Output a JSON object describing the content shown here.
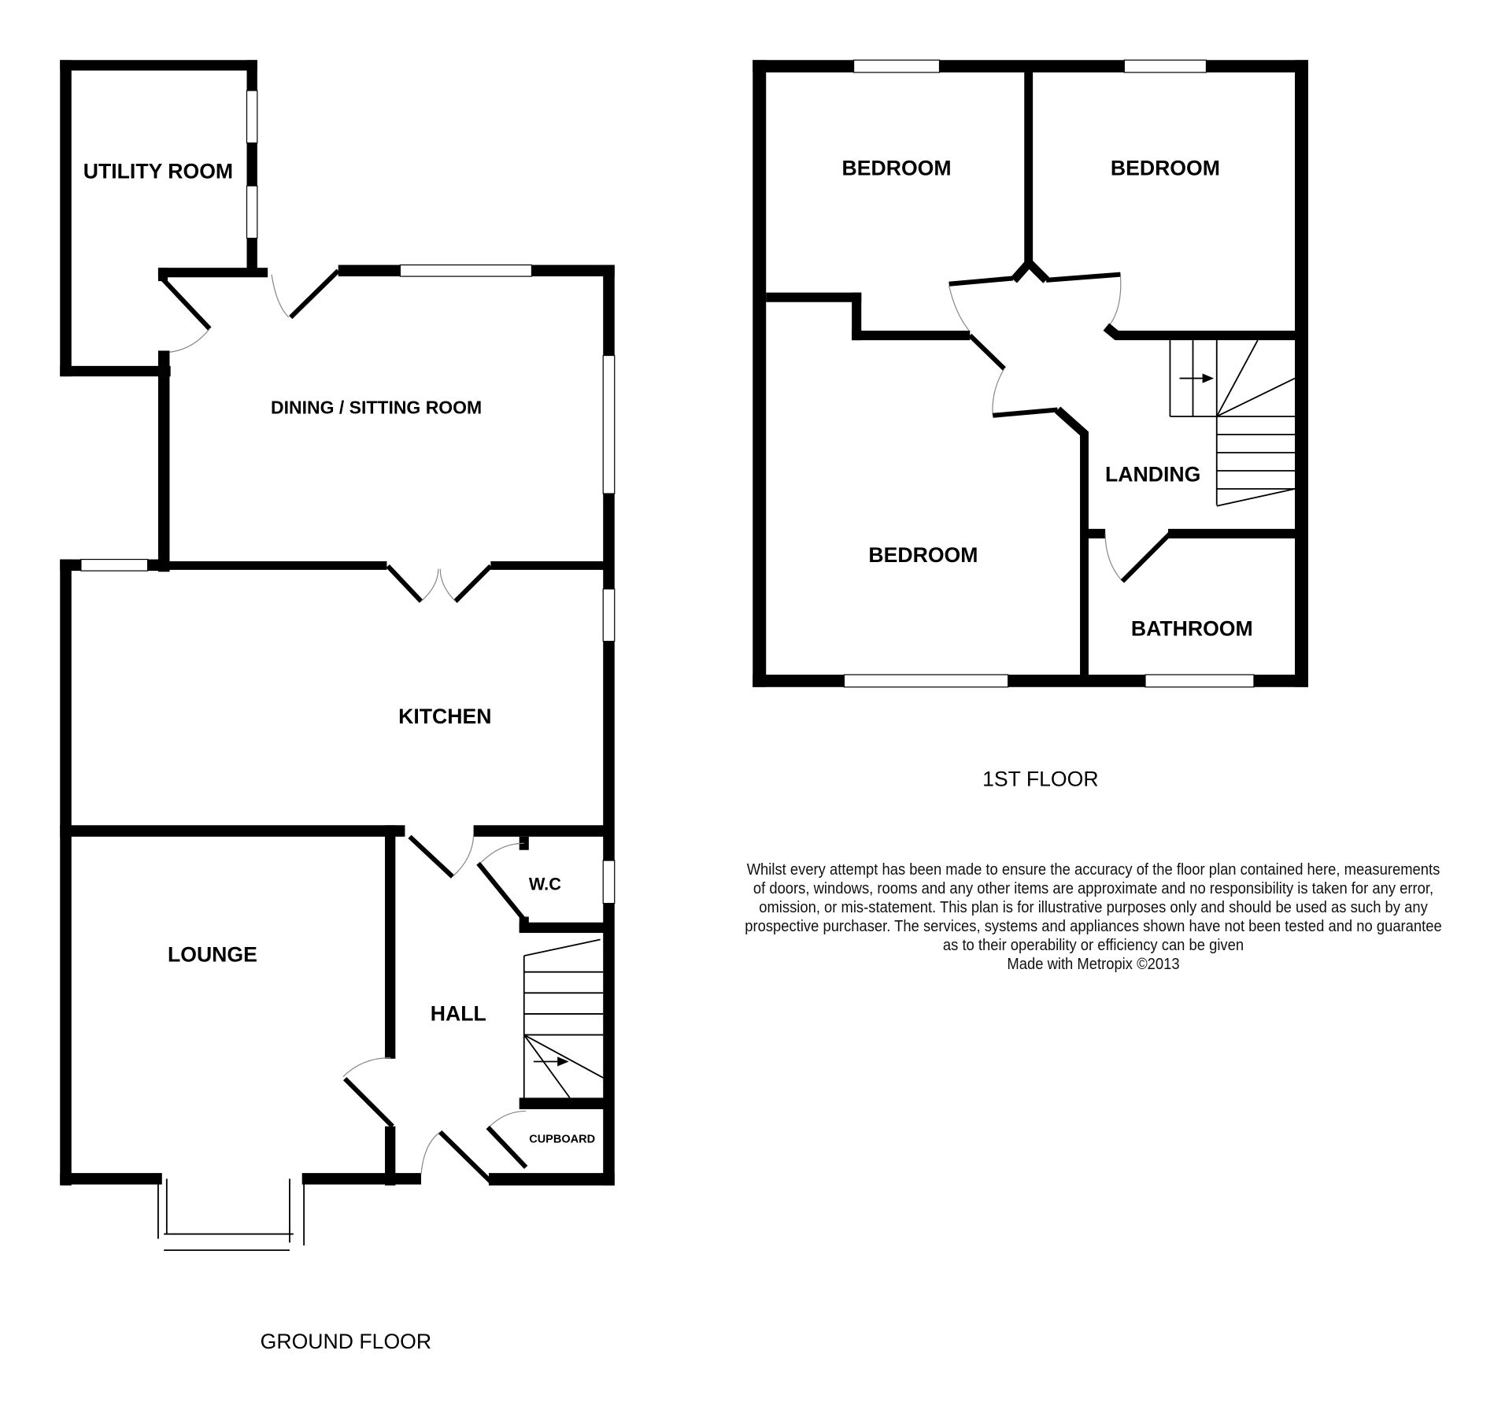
{
  "ground_floor": {
    "label": "GROUND FLOOR",
    "rooms": {
      "utility": "UTILITY ROOM",
      "dining": "DINING / SITTING ROOM",
      "kitchen": "KITCHEN",
      "lounge": "LOUNGE",
      "hall": "HALL",
      "wc": "W.C",
      "cupboard": "CUPBOARD"
    }
  },
  "first_floor": {
    "label": "1ST FLOOR",
    "rooms": {
      "bedroom1": "BEDROOM",
      "bedroom2": "BEDROOM",
      "bedroom3": "BEDROOM",
      "landing": "LANDING",
      "bathroom": "BATHROOM"
    }
  },
  "disclaimer": {
    "lines": [
      "Whilst every attempt has been made to ensure the accuracy of the floor plan contained here, measurements",
      "of doors, windows, rooms and any other items are approximate and no responsibility is taken for any error,",
      "omission, or mis-statement. This plan is for illustrative purposes only and should be used as such by any",
      "prospective purchaser. The services, systems and appliances shown have not been tested and no guarantee",
      "as to their operability or efficiency can be given",
      "Made with Metropix ©2013"
    ]
  }
}
